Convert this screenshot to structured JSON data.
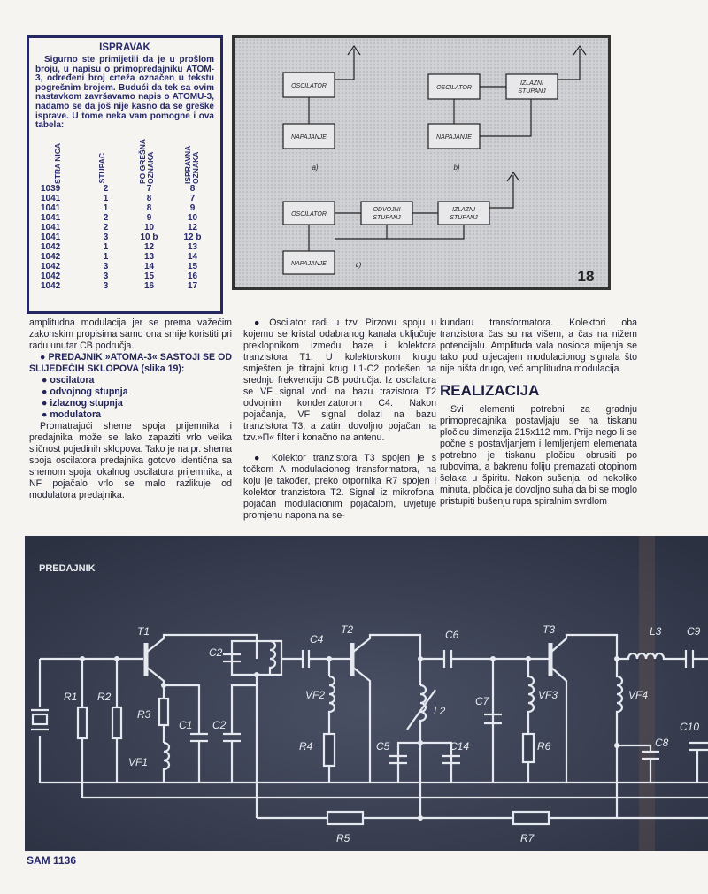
{
  "correction": {
    "title": "ISPRAVAK",
    "text": "Sigurno ste primijetili da je u prošlom broju, u napisu o primopredajniku ATOM-3, određeni broj crteža označen u tekstu pogrešnim brojem. Budući da tek sa ovim nastavkom završavamo napis o ATOMU-3, nadamo se da još nije kasno da se greške isprave. U tome neka vam pomogne i ova tabela:",
    "headers": [
      "STRA NICA",
      "STUPAC",
      "PO GREŠNA OZNAKA",
      "ISPRAVNA OZNAKA"
    ],
    "rows": [
      [
        "1039",
        "2",
        "7",
        "8"
      ],
      [
        "1041",
        "1",
        "8",
        "7"
      ],
      [
        "1041",
        "1",
        "8",
        "9"
      ],
      [
        "1041",
        "2",
        "9",
        "10"
      ],
      [
        "1041",
        "2",
        "10",
        "12"
      ],
      [
        "1041",
        "3",
        "10 b",
        "12 b"
      ],
      [
        "1042",
        "1",
        "12",
        "13"
      ],
      [
        "1042",
        "1",
        "13",
        "14"
      ],
      [
        "1042",
        "3",
        "14",
        "15"
      ],
      [
        "1042",
        "3",
        "15",
        "16"
      ],
      [
        "1042",
        "3",
        "16",
        "17"
      ]
    ]
  },
  "figure18": {
    "number": "18",
    "oscilator": "OSCILATOR",
    "napajanje": "NAPAJANJE",
    "izlazni": [
      "IZLAZNI",
      "STUPANJ"
    ],
    "odvojni": [
      "ODVOJNI",
      "STUPANJ"
    ],
    "labels": {
      "a": "a)",
      "b": "b)",
      "c": "c)"
    }
  },
  "column1": {
    "p1": "amplitudna modulacija jer se prema važećim zakonskim propisima samo ona smije koristiti pri radu unutar CB područja.",
    "heading": "● PREDAJNIK »ATOMA-3« SASTOJI SE OD SLIJEDEĆIH SKLOPOVA (slika 19):",
    "list": [
      "oscilatora",
      "odvojnog stupnja",
      "izlaznog stupnja",
      "modulatora"
    ],
    "p2": "Promatrajući sheme spoja prijemnika i predajnika može se lako zapaziti vrlo velika sličnost pojedinih sklopova. Tako je na pr. shema spoja oscilatora predajnika gotovo identična sa shemom spoja lokalnog oscilatora prijemnika, a NF pojačalo vrlo se malo razlikuje od modulatora predajnika."
  },
  "column2": {
    "p1": "● Oscilator radi u tzv. Pirzovu spoju u kojemu se kristal odabranog kanala uključuje preklopnikom između baze i kolektora tranzistora T1. U kolektorskom krugu smješten je titrajni krug L1-C2 podešen na srednju frekvenciju CB područja. Iz oscilatora se VF signal vodi na bazu trazistora T2 odvojnim kondenzatorom C4. Nakon pojačanja, VF signal dolazi na bazu tranzistora T3, a zatim dovoljno pojačan na tzv.»Π« filter i konačno na antenu.",
    "p2": "● Kolektor tranzistora T3 spojen je s točkom A modulacionog transformatora, na koju je također, preko otpornika R7 spojen i kolektor tranzistora T2. Signal iz mikrofona, pojačan modulacionim pojačalom, uvjetuje promjenu napona na se-"
  },
  "column3": {
    "p1": "kundaru transformatora. Kolektori oba tranzistora čas su na višem, a čas na nižem potencijalu. Amplituda vala nosioca mijenja se tako pod utjecajem modulacionog signala što nije ništa drugo, već amplitudna modulacija.",
    "heading": "REALIZACIJA",
    "p2": "Svi elementi potrebni za gradnju primopredajnika postavljaju se na tiskanu pločicu dimenzija 215x112 mm. Prije nego li se počne s postavljanjem i lemljenjem elemenata potrebno je tiskanu pločicu obrusiti po rubovima, a bakrenu foliju premazati otopinom šelaka u špiritu. Nakon sušenja, od nekoliko minuta, pločica je dovoljno suha da bi se moglo pristupiti bušenju rupa spiralnim svrdlom"
  },
  "schematic": {
    "title": "PREDAJNIK",
    "labels": {
      "t1": "T1",
      "t2": "T2",
      "t3": "T3",
      "r1": "R1",
      "r2": "R2",
      "r3": "R3",
      "r4": "R4",
      "r5": "R5",
      "r6": "R6",
      "r7": "R7",
      "c1": "C1",
      "c2_top": "C2",
      "c2_bottom": "C2",
      "c4": "C4",
      "c5": "C5",
      "c6": "C6",
      "c7": "C7",
      "c8": "C8",
      "c9": "C9",
      "c10": "C10",
      "c14": "C14",
      "vf1": "VF1",
      "vf2": "VF2",
      "vf3": "VF3",
      "vf4": "VF4",
      "l2": "L2",
      "l3": "L3"
    }
  },
  "footer": {
    "page": "SAM 1136"
  }
}
